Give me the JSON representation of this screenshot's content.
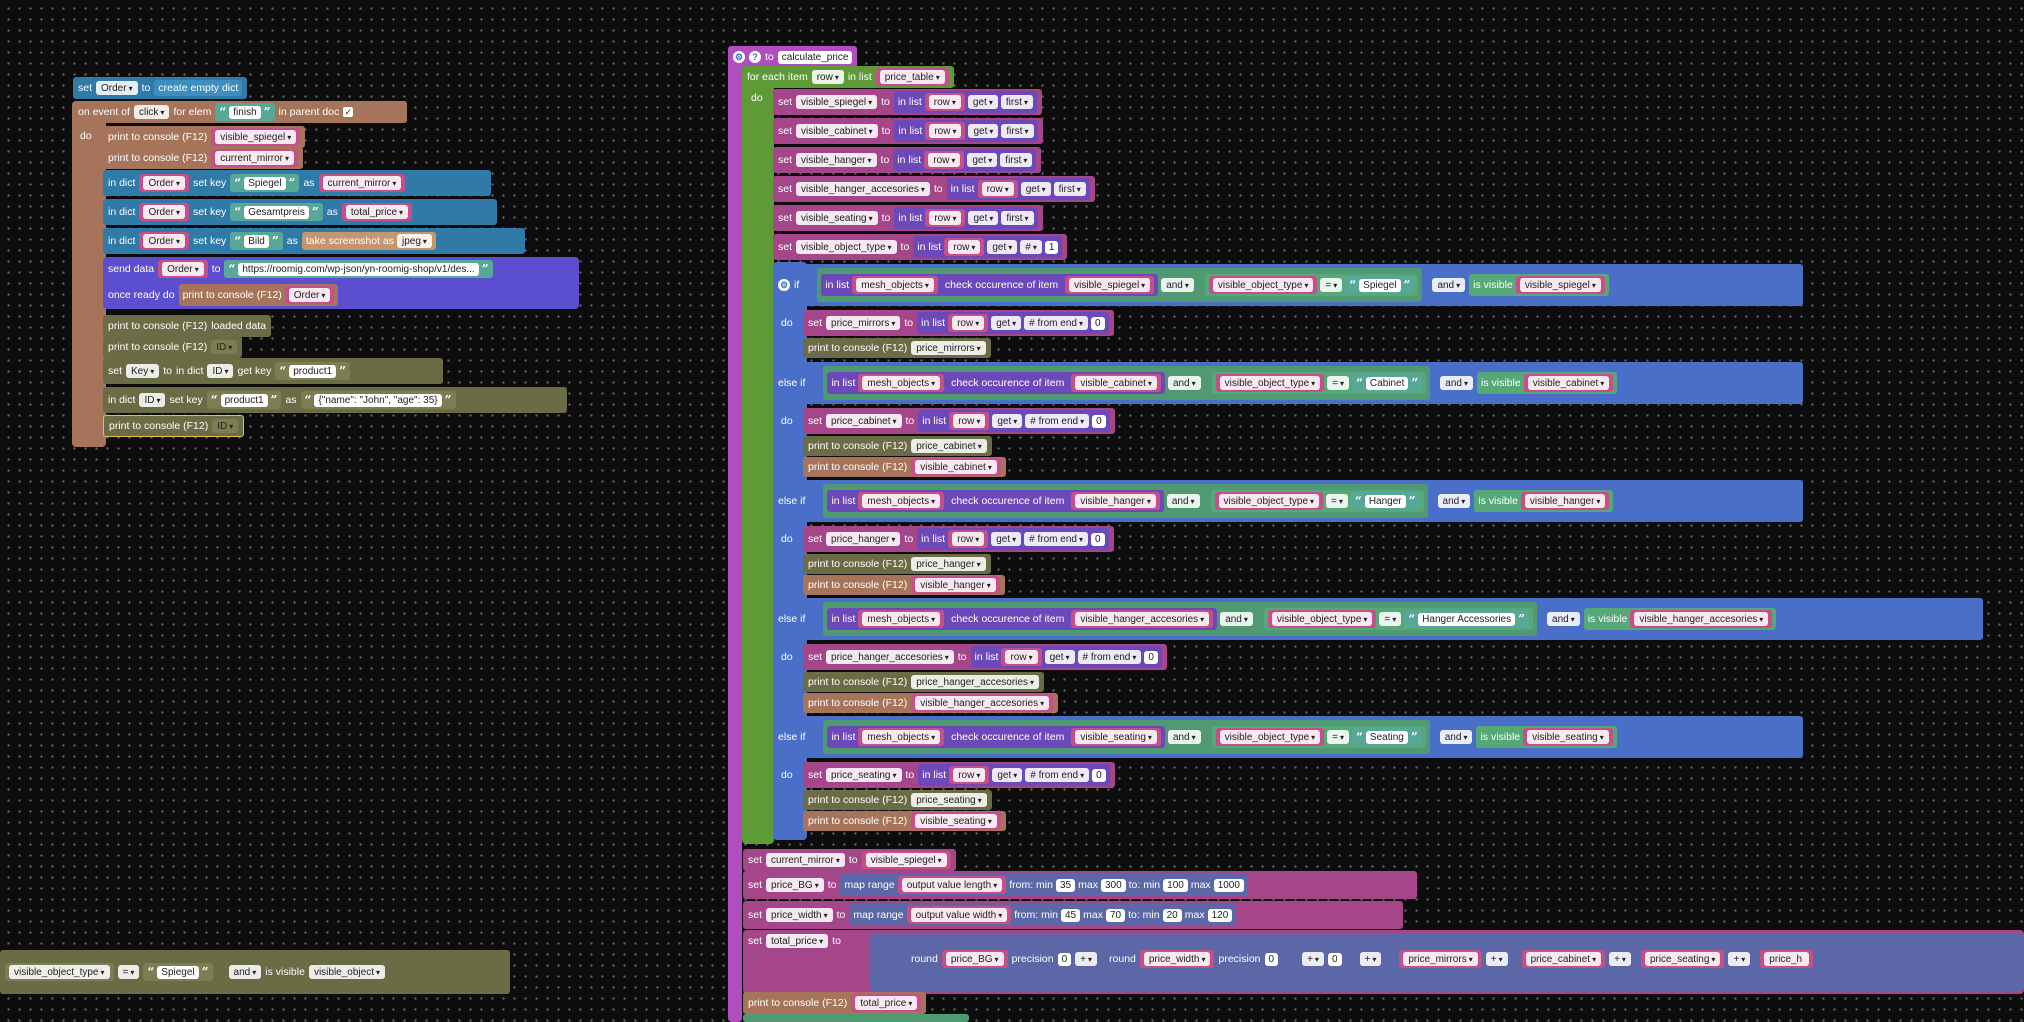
{
  "labels": {
    "set": "set",
    "to": "to",
    "do": "do",
    "in_list": "in list",
    "get": "get",
    "in_dict": "in dict",
    "set_key": "set key",
    "as": "as",
    "print": "print to console (F12)",
    "if": "if",
    "else_if": "else if",
    "and": "and",
    "eq": "=",
    "is_visible": "is visible",
    "check_occ": "check occurence of item",
    "from_end": "# from end",
    "hash": "#",
    "first": "first",
    "for_each": "for each item",
    "in_list2": "in list",
    "on_event": "on event of",
    "for_elem": "for elem",
    "in_parent_doc": "in parent doc",
    "once_ready": "once ready do",
    "send_data": "send data",
    "create_dict": "create empty dict",
    "take_screenshot": "take screenshot as",
    "get_key": "get key",
    "map_range": "map range",
    "from_min": "from: min",
    "max": "max",
    "to_min": "to: min",
    "round": "round",
    "precision": "precision",
    "plus": "+",
    "loaded_data": "loaded data"
  },
  "left": {
    "order": "Order",
    "click": "click",
    "finish": "finish",
    "checkmark": "✓",
    "visible_spiegel": "visible_spiegel",
    "current_mirror": "current_mirror",
    "k_spiegel": "Spiegel",
    "k_gesamt": "Gesamtpreis",
    "total_price": "total_price",
    "k_bild": "Bild",
    "jpeg": "jpeg",
    "url": "https://roomig.com/wp-json/yn-roomig-shop/v1/des...",
    "id": "ID",
    "key": "Key",
    "product1": "product1",
    "json_val": "{\"name\": \"John\", \"age\": 35}"
  },
  "orphan": {
    "vot": "visible_object_type",
    "spiegel": "Spiegel",
    "visible_object": "visible_object"
  },
  "func": {
    "name": "calculate_price",
    "row": "row",
    "price_table": "price_table",
    "mesh_objects": "mesh_objects",
    "vot": "visible_object_type",
    "one": "1",
    "zero": "0",
    "vars": [
      "visible_spiegel",
      "visible_cabinet",
      "visible_hanger",
      "visible_hanger_accesories",
      "visible_seating"
    ],
    "branches": [
      {
        "vis": "visible_spiegel",
        "str": "Spiegel",
        "price": "price_mirrors"
      },
      {
        "vis": "visible_cabinet",
        "str": "Cabinet",
        "price": "price_cabinet"
      },
      {
        "vis": "visible_hanger",
        "str": "Hanger",
        "price": "price_hanger"
      },
      {
        "vis": "visible_hanger_accesories",
        "str": "Hanger Accessories",
        "price": "price_hanger_accesories"
      },
      {
        "vis": "visible_seating",
        "str": "Seating",
        "price": "price_seating"
      }
    ],
    "current_mirror": "current_mirror",
    "visible_spiegel": "visible_spiegel",
    "price_bg": "price_BG",
    "price_width": "price_width",
    "total_price": "total_price",
    "out_len": "output value length",
    "out_wid": "output value width",
    "r1": {
      "a": "35",
      "b": "300",
      "c": "100",
      "d": "1000"
    },
    "r2": {
      "a": "45",
      "b": "70",
      "c": "20",
      "d": "120"
    },
    "price_mirrors": "price_mirrors",
    "price_cabinet": "price_cabinet",
    "price_seating": "price_seating",
    "price_h": "price_h"
  },
  "icons": {
    "gear": "⚙",
    "help": "?"
  }
}
